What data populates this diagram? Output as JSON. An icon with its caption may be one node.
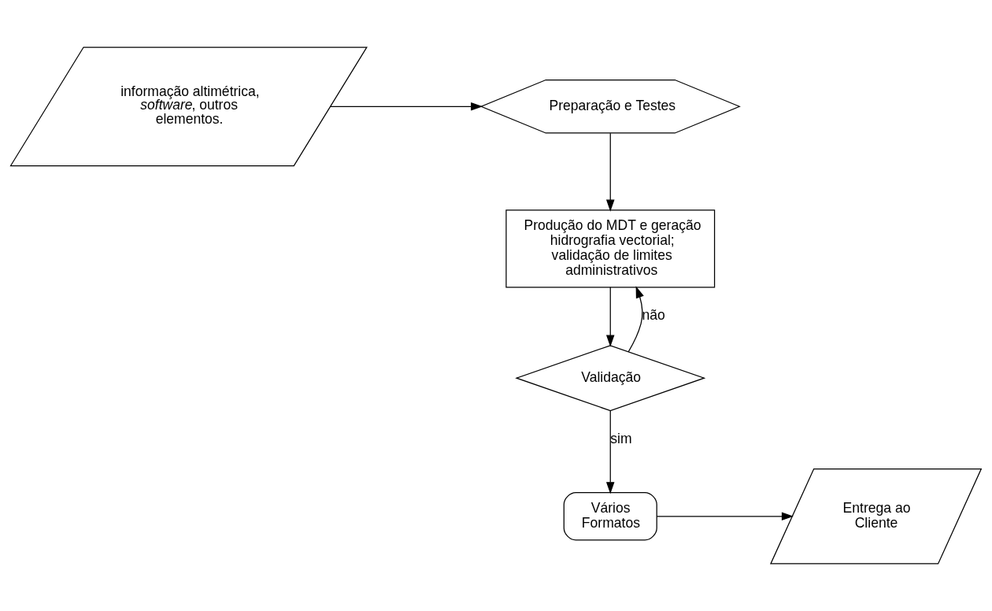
{
  "diagram": {
    "nodes": [
      {
        "text": [
          "informação altimétrica, *software*, outros elementos."
        ]
      },
      {
        "text": [
          "Preparação e Testes"
        ]
      },
      {
        "text": [
          "Produção do MDT e geração hidrografia vectorial; validação de limites administrativos"
        ]
      },
      {
        "text": [
          "Validação"
        ]
      },
      {
        "text": [
          "Vários Formatos"
        ]
      },
      {
        "text": [
          "Entrega ao Cliente"
        ]
      }
    ],
    "edges": [
      {
        "from": 0,
        "to": 1,
        "arrow": "to"
      },
      {
        "from": 1,
        "to": 2,
        "arrow": "to"
      },
      {
        "from": 2,
        "to": 3,
        "arrow": "to"
      },
      {
        "from": 3,
        "to": 2,
        "arrow": "to",
        "label": "não"
      },
      {
        "from": 3,
        "to": 4,
        "arrow": "to",
        "label": "sim"
      },
      {
        "from": 4,
        "to": 5,
        "arrow": "to"
      }
    ]
  }
}
